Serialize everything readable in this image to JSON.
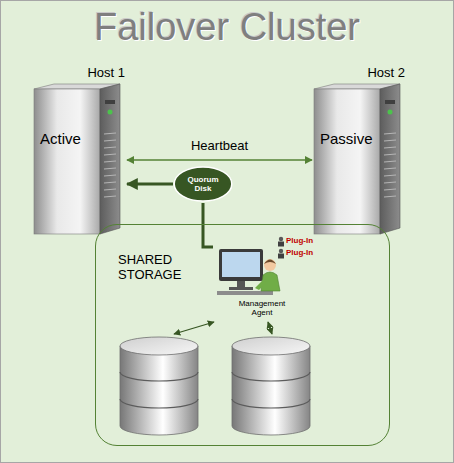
{
  "diagram": {
    "title": "Failover Cluster",
    "nodes": [
      {
        "text": [
          "Host 1",
          "Active"
        ]
      },
      {
        "text": [
          "Host 2",
          "Passive"
        ]
      },
      {
        "text": [
          "Quorum Disk"
        ]
      },
      {
        "text": [
          "SHARED STORAGE"
        ]
      },
      {
        "text": [
          "Plug-In",
          "Plug-In",
          "Management Agent"
        ],
        "in": 3
      }
    ],
    "edges": [
      {
        "from": 0,
        "to": 1,
        "label": "Heartbeat",
        "arrow": "both"
      },
      {
        "from": 2,
        "to": 0,
        "arrow": "to"
      },
      {
        "from": 2,
        "to": 4,
        "arrow": "none"
      }
    ]
  }
}
